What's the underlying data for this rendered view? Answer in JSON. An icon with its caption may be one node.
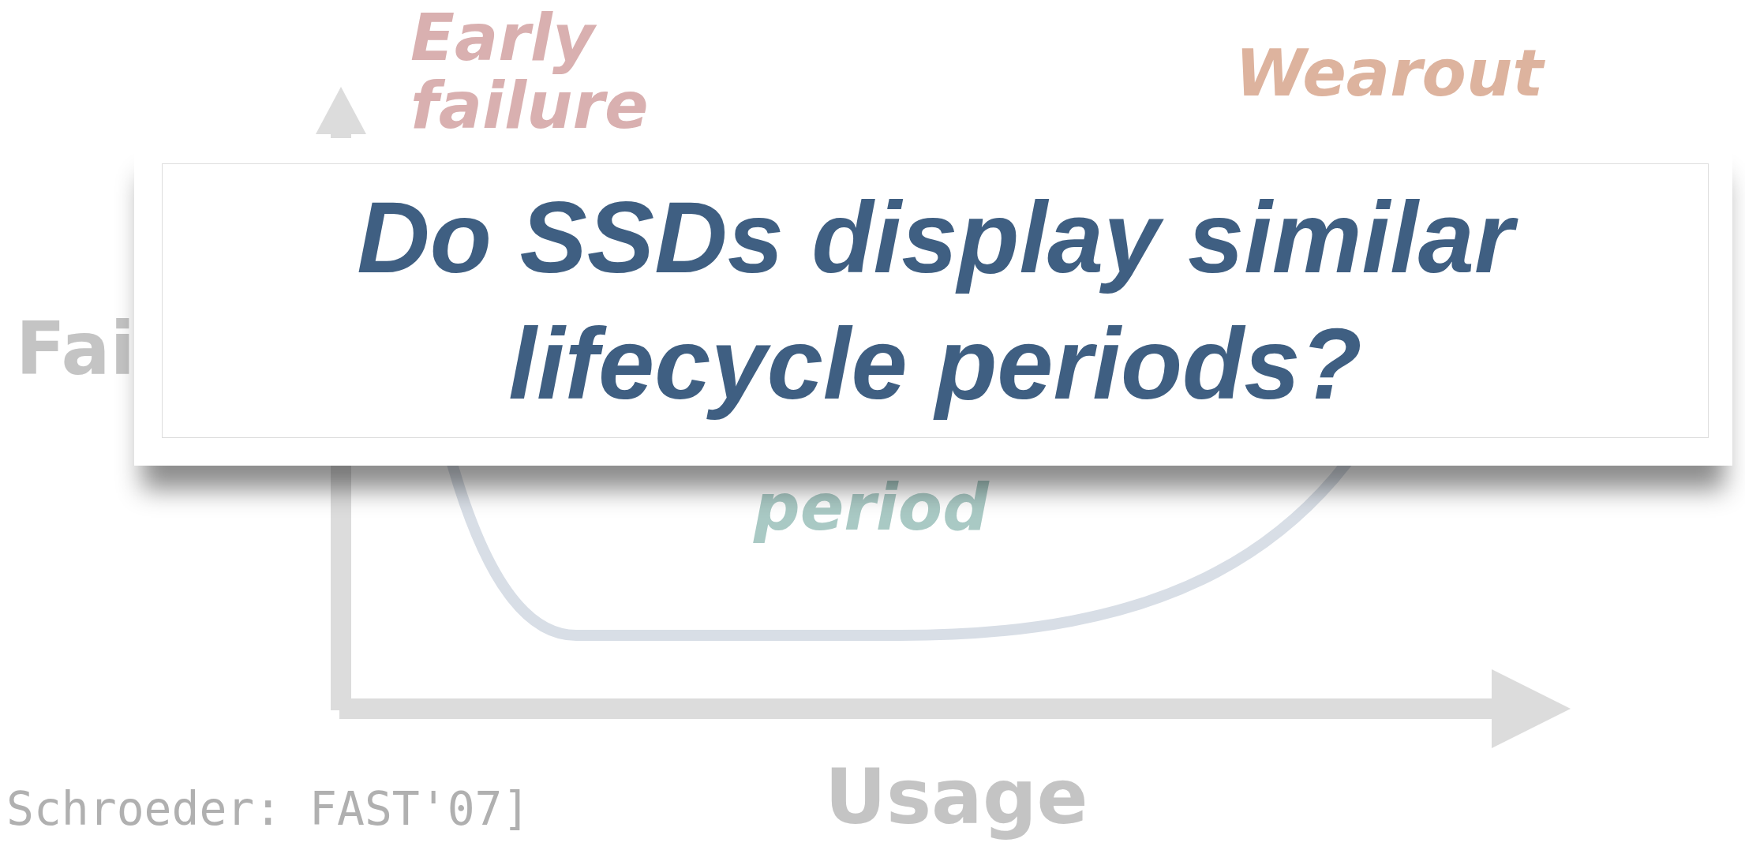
{
  "diagram": {
    "nodes": [
      {
        "text": [
          "Do SSDs display similar lifecycle periods?"
        ]
      }
    ],
    "edges": [],
    "labels": [
      "Early failure",
      "Wearout",
      "Fai",
      "period",
      "Usage",
      "Schroeder: FAST'07]"
    ]
  }
}
